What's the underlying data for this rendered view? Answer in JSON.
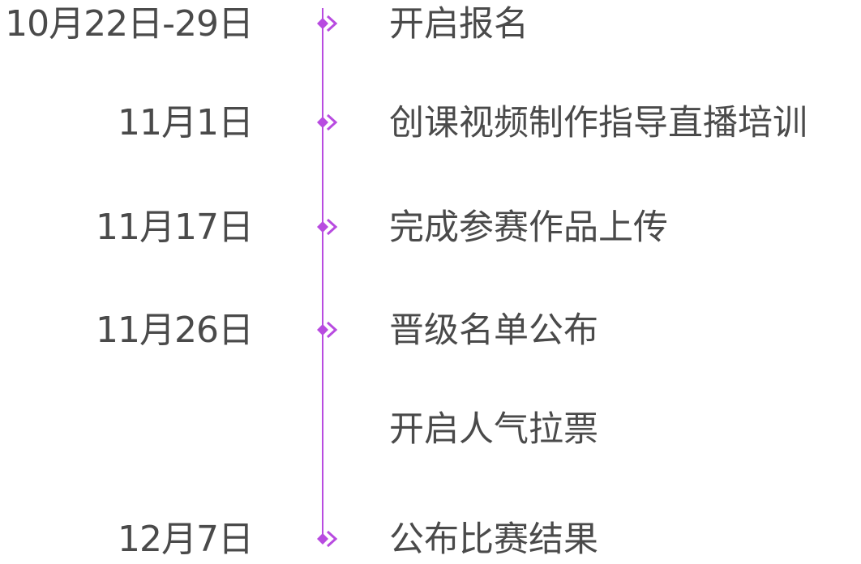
{
  "timeline": {
    "items": [
      {
        "date": "10月22日-29日",
        "event": "开启报名"
      },
      {
        "date": "11月1日",
        "event": "创课视频制作指导直播培训"
      },
      {
        "date": "11月17日",
        "event": "完成参赛作品上传"
      },
      {
        "date": "11月26日",
        "event": "晋级名单公布"
      },
      {
        "date": "",
        "event": "开启人气拉票"
      },
      {
        "date": "12月7日",
        "event": "公布比赛结果"
      }
    ],
    "colors": {
      "line": "#b84be0",
      "marker": "#b84be0",
      "text": "#4a4a4a"
    }
  },
  "icons": {
    "marker": "diamond-chevron-icon"
  }
}
